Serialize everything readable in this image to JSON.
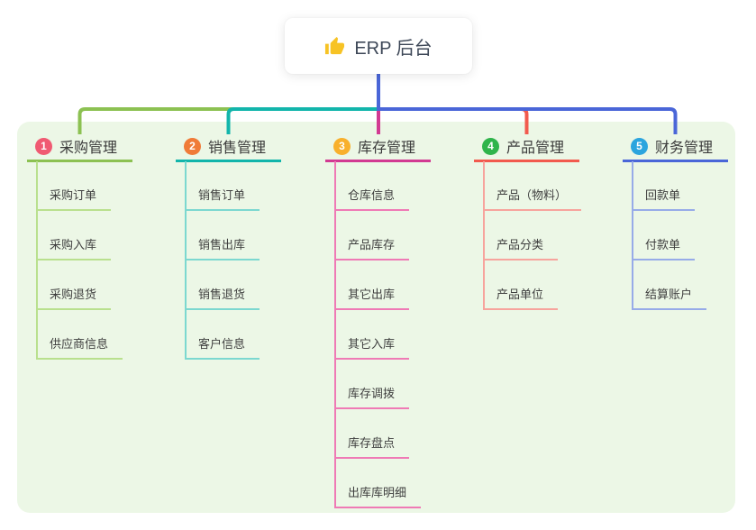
{
  "root": {
    "title": "ERP 后台",
    "icon": "thumbs-up-icon",
    "icon_color": "#f7c325"
  },
  "colors": {
    "stem": "#4a66d8",
    "panel_bg": "#ecf7e6"
  },
  "branches": [
    {
      "index": "1",
      "label": "采购管理",
      "badge_color": "#f05a72",
      "line_color": "#8cc152",
      "light_color": "#b9e08e",
      "items": [
        "采购订单",
        "采购入库",
        "采购退货",
        "供应商信息"
      ]
    },
    {
      "index": "2",
      "label": "销售管理",
      "badge_color": "#f07b38",
      "line_color": "#12b5ab",
      "light_color": "#7cd8d0",
      "items": [
        "销售订单",
        "销售出库",
        "销售退货",
        "客户信息"
      ]
    },
    {
      "index": "3",
      "label": "库存管理",
      "badge_color": "#f8b02c",
      "line_color": "#d23a92",
      "light_color": "#ef7ab5",
      "items": [
        "仓库信息",
        "产品库存",
        "其它出库",
        "其它入库",
        "库存调拨",
        "库存盘点",
        "出库库明细"
      ]
    },
    {
      "index": "4",
      "label": "产品管理",
      "badge_color": "#2fb44b",
      "line_color": "#f25a4e",
      "light_color": "#f7a49d",
      "items": [
        "产品（物料）",
        "产品分类",
        "产品单位"
      ]
    },
    {
      "index": "5",
      "label": "财务管理",
      "badge_color": "#2ba5de",
      "line_color": "#4a66d8",
      "light_color": "#97abe8",
      "items": [
        "回款单",
        "付款单",
        "结算账户"
      ]
    }
  ]
}
